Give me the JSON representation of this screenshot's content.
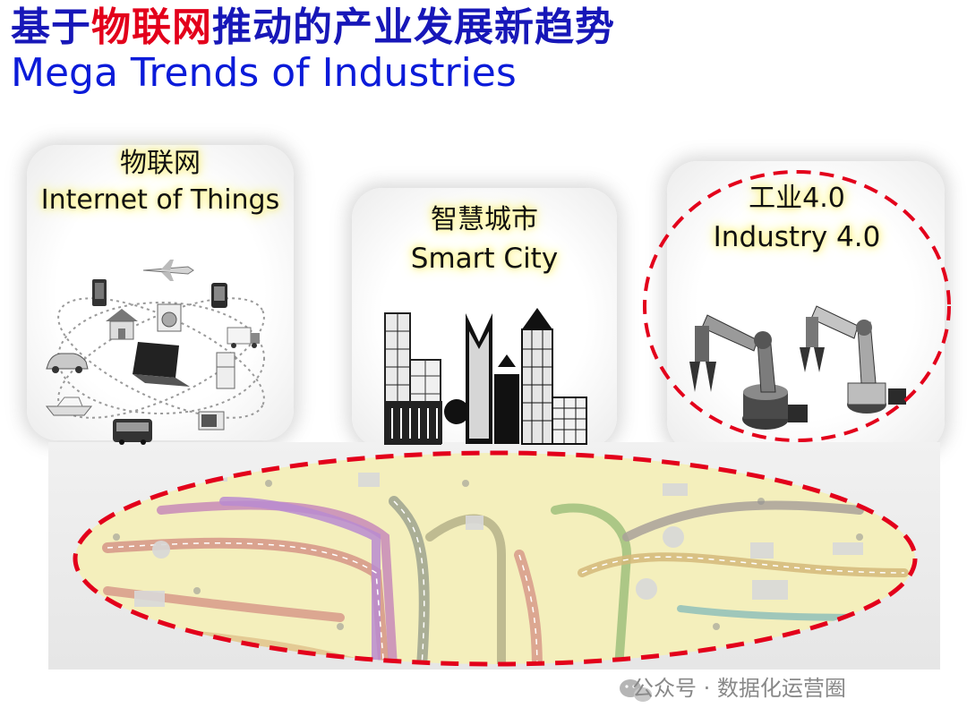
{
  "title": {
    "cn_prefix": "基于",
    "cn_highlight": "物联网",
    "cn_suffix": "推动的产业发展新趋势",
    "en": "Mega Trends of Industries"
  },
  "panels": [
    {
      "cn": "物联网",
      "en": "Internet of Things"
    },
    {
      "cn": "智慧城市",
      "en": "Smart City"
    },
    {
      "cn": "工业4.0",
      "en": "Industry 4.0"
    }
  ],
  "watermark": "公众号 · 数据化运营圈",
  "colors": {
    "title_blue": "#1717b8",
    "title_en_blue": "#0b1bd9",
    "highlight_red": "#e3001b",
    "dash_red": "#e3001b",
    "road_yellow": "#f6efb2"
  },
  "icons": [
    "airplane-icon",
    "phone-icon",
    "house-icon",
    "washing-machine-icon",
    "truck-icon",
    "car-icon",
    "laptop-icon",
    "fridge-icon",
    "yacht-icon",
    "microwave-icon",
    "bus-icon",
    "skyscraper-icon",
    "robot-arm-icon",
    "wechat-icon"
  ]
}
